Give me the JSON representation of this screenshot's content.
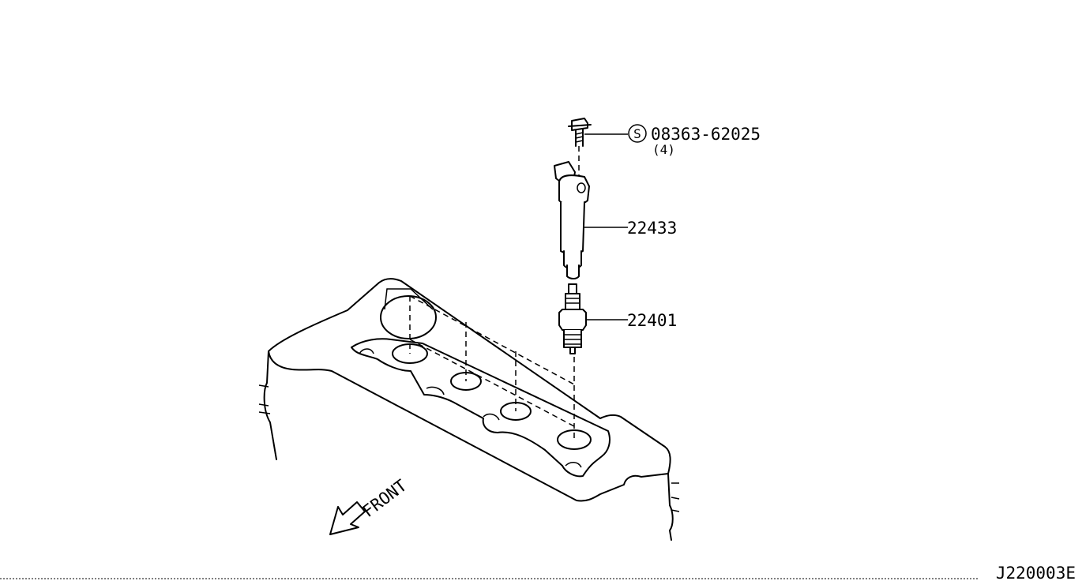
{
  "callouts": {
    "bolt": {
      "part_number": "08363-62025",
      "quantity": "(4)",
      "symbol": "S"
    },
    "ignition_coil": {
      "part_number": "22433"
    },
    "spark_plug": {
      "part_number": "22401"
    }
  },
  "direction_label": "FRONT",
  "drawing_code": "J220003E"
}
